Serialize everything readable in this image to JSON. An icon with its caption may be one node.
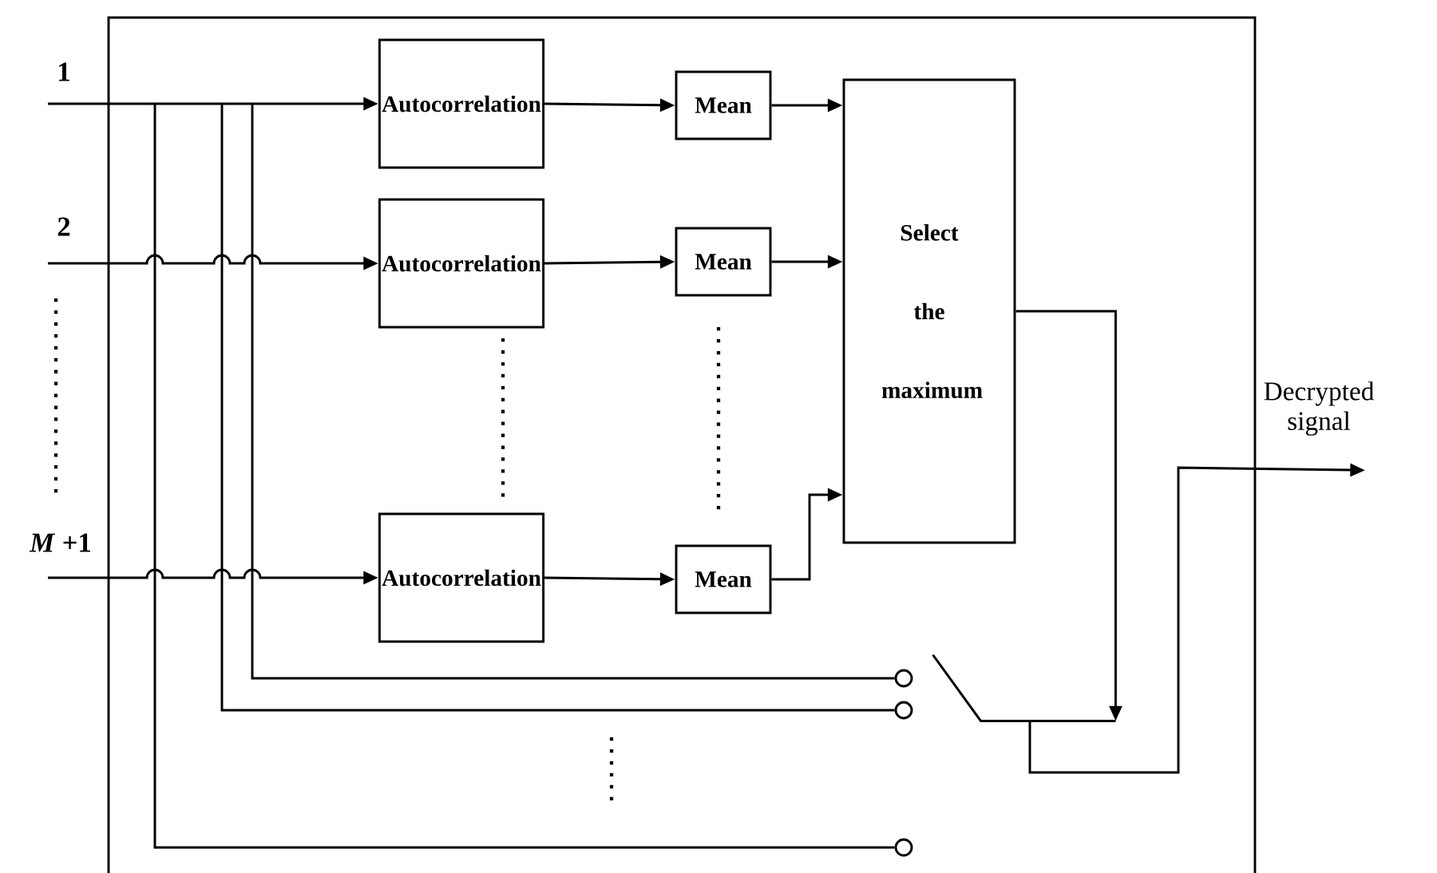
{
  "diagram": {
    "nodes": [
      {
        "text": [
          "Autocorrelation"
        ]
      },
      {
        "text": [
          "Mean"
        ]
      },
      {
        "text": [
          "Autocorrelation"
        ]
      },
      {
        "text": [
          "Mean"
        ]
      },
      {
        "text": [
          "Autocorrelation"
        ]
      },
      {
        "text": [
          "Mean"
        ]
      },
      {
        "text": [
          "Select the maximum"
        ]
      },
      {
        "text": [],
        "shape": "circle"
      },
      {
        "text": [],
        "shape": "circle"
      },
      {
        "text": [],
        "shape": "circle"
      },
      {
        "text": [],
        "shape": "switch"
      },
      {
        "text": [
          "Decrypted signal"
        ]
      }
    ],
    "edges": [
      {
        "from": null,
        "to": 0,
        "arrow": "to"
      },
      {
        "from": null,
        "to": 2,
        "arrow": "to"
      },
      {
        "from": null,
        "to": 4,
        "arrow": "to"
      },
      {
        "from": 0,
        "to": 1,
        "arrow": "to"
      },
      {
        "from": 2,
        "to": 3,
        "arrow": "to"
      },
      {
        "from": 4,
        "to": 5,
        "arrow": "to"
      },
      {
        "from": 1,
        "to": 6,
        "arrow": "to"
      },
      {
        "from": 3,
        "to": 6,
        "arrow": "to"
      },
      {
        "from": 5,
        "to": 6,
        "arrow": "to"
      },
      {
        "from": null,
        "to": 7,
        "arrow": "none"
      },
      {
        "from": null,
        "to": 8,
        "arrow": "none"
      },
      {
        "from": null,
        "to": 9,
        "arrow": "none"
      },
      {
        "from": 6,
        "to": 10,
        "arrow": "to"
      },
      {
        "from": 10,
        "to": 11,
        "arrow": "to"
      }
    ],
    "labels": [
      "1",
      "2",
      "*M* +1"
    ]
  }
}
